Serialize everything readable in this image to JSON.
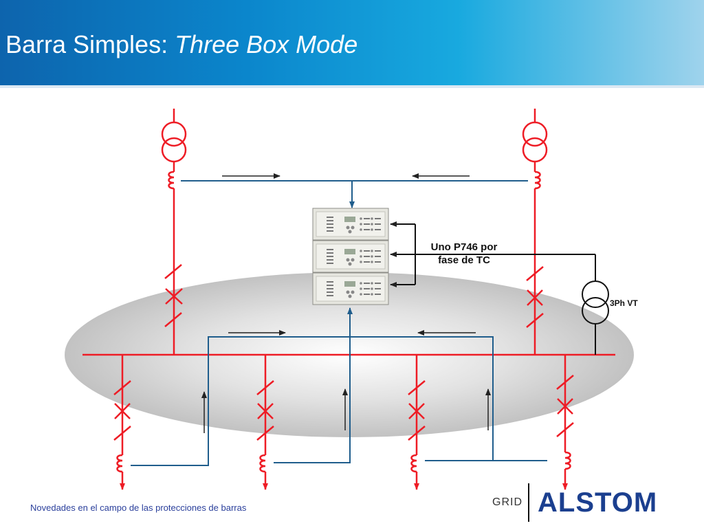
{
  "header": {
    "title_main": "Barra Simples: ",
    "title_italic": "Three Box Mode"
  },
  "diagram": {
    "relay_label_line1": "Uno P746 por",
    "relay_label_line2": "fase de TC",
    "vt_label": "3Ph VT",
    "colors": {
      "primary": "#ee1c25",
      "secondary": "#1f5d8c",
      "arrow": "#222222",
      "zone": "#c8c8c8"
    }
  },
  "footer": {
    "text": "Novedades en el campo de las protecciones de barras",
    "brand_prefix": "GRID",
    "brand": "ALSTOM"
  }
}
